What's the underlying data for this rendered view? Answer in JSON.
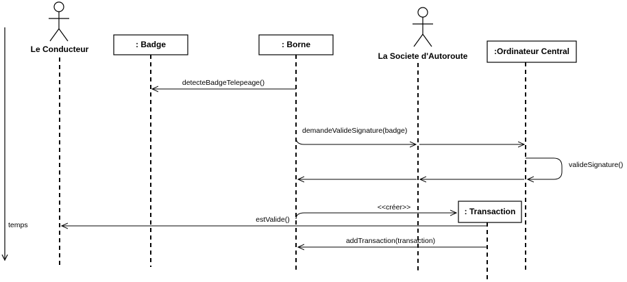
{
  "actors": {
    "conducteur": "Le Conducteur",
    "societe": "La Societe d'Autoroute"
  },
  "objects": {
    "badge": ": Badge",
    "borne": ": Borne",
    "ordinateur": ":Ordinateur Central",
    "transaction": ": Transaction"
  },
  "messages": {
    "detecte": "detecteBadgeTelepeage()",
    "demande": "demandeValideSignature(badge)",
    "valide": "valideSignature()",
    "creer": "<<créer>>",
    "estvalide": "estValide()",
    "add": "addTransaction(transaction)"
  },
  "time_axis": {
    "label": "temps"
  }
}
